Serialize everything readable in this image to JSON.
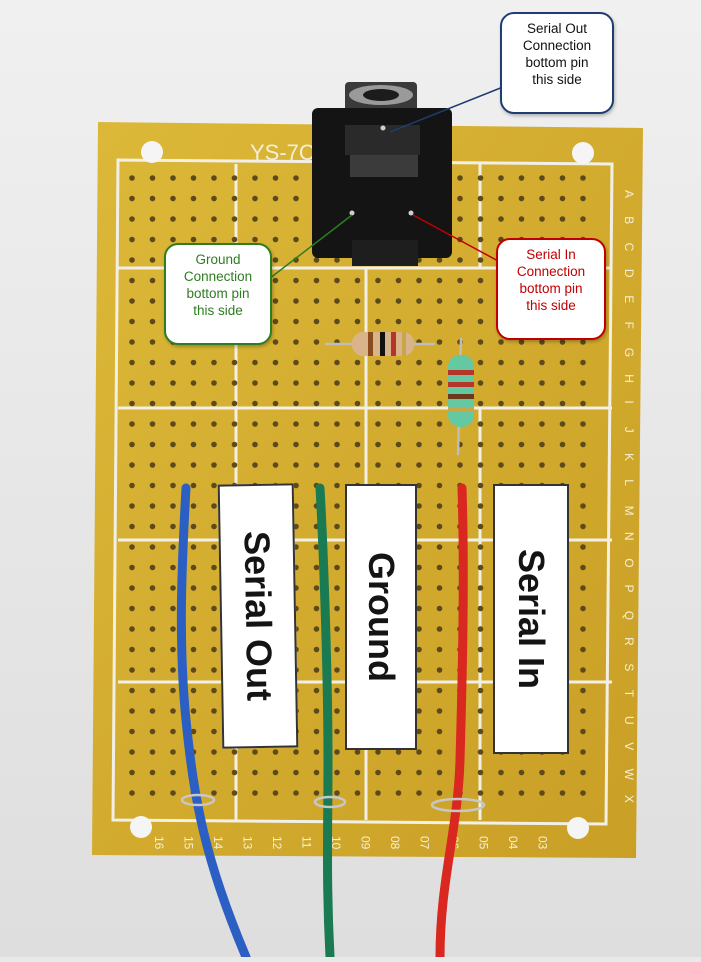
{
  "board": {
    "title": "YS-7CM",
    "row_letters": [
      "A",
      "B",
      "C",
      "D",
      "E",
      "F",
      "G",
      "H",
      "I",
      "J",
      "K",
      "L",
      "M",
      "N",
      "O",
      "P",
      "Q",
      "R",
      "S",
      "T",
      "U",
      "V",
      "W",
      "X"
    ],
    "col_numbers": [
      "16",
      "15",
      "14",
      "13",
      "12",
      "11",
      "10",
      "09",
      "08",
      "07",
      "06",
      "05",
      "04",
      "03"
    ]
  },
  "callouts": {
    "serial_out": {
      "lines": [
        "Serial Out",
        "Connection",
        "bottom pin",
        "this side"
      ],
      "border_color": "#1f3d72",
      "text_color": "#111111"
    },
    "ground": {
      "lines": [
        "Ground",
        "Connection",
        "bottom pin",
        "this side"
      ],
      "border_color": "#2e7d22",
      "text_color": "#2e7d22"
    },
    "serial_in": {
      "lines": [
        "Serial In",
        "Connection",
        "bottom pin",
        "this side"
      ],
      "border_color": "#c00000",
      "text_color": "#c00000"
    }
  },
  "labels": {
    "serial_out": "Serial Out",
    "ground": "Ground",
    "serial_in": "Serial In"
  },
  "colors": {
    "board": "#d6b12e",
    "wire_blue": "#2c5fc4",
    "wire_green": "#1a7a52",
    "wire_red": "#d8281f",
    "resistor_tan": "#d9b48a",
    "resistor_green": "#64c8a0"
  }
}
